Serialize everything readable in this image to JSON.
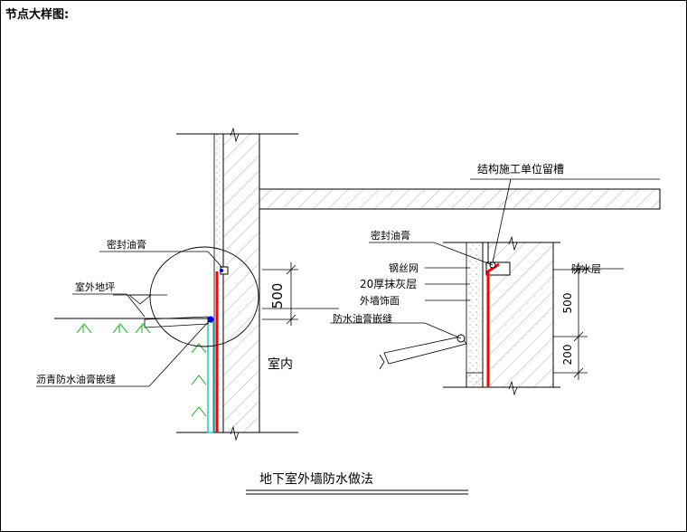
{
  "page": {
    "title": "节点大样图:"
  },
  "left_detail": {
    "labels": {
      "sealant": "密封油膏",
      "outdoor_ground": "室外地坪",
      "asphalt_embed": "沥青防水油膏嵌缝",
      "indoor": "室内"
    },
    "dimension": "500"
  },
  "right_detail": {
    "labels": {
      "groove": "结构施工单位留槽",
      "sealant": "密封油膏",
      "wire_mesh": "钢丝网",
      "plaster": "20厚抹灰层",
      "facade": "外墙饰面",
      "embed": "防水油膏嵌缝",
      "waterproof": "防水层"
    },
    "dimensions": [
      "500",
      "200"
    ]
  },
  "caption": "地下室外墙防水做法",
  "colors": {
    "waterproof_line": "#ff0000",
    "sealant_dot": "#0000ff",
    "insulation": "#00cccc",
    "soil": "#00aa00"
  }
}
